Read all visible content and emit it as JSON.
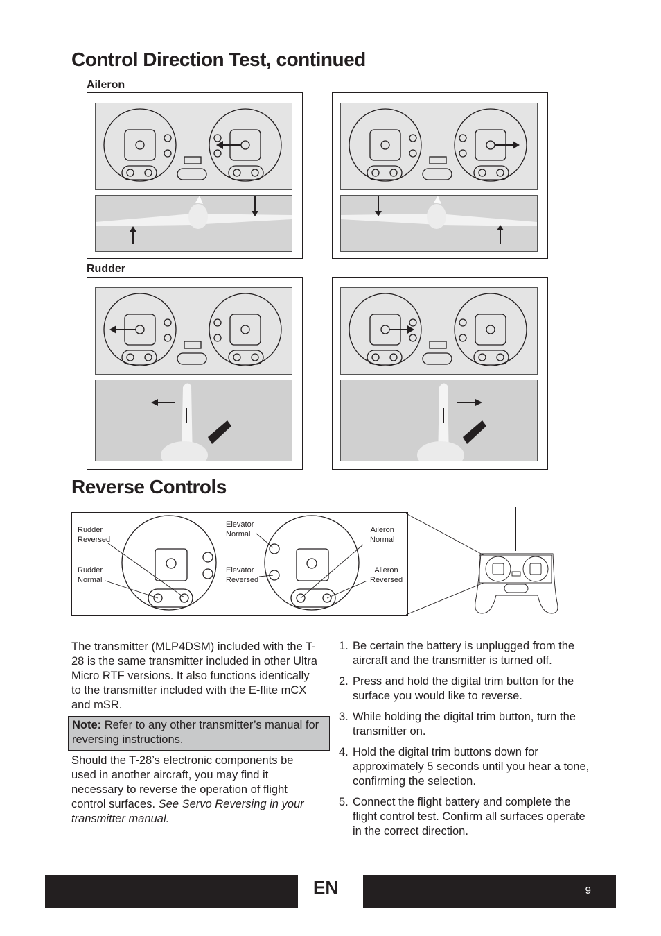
{
  "heading": "Control Direction Test, continued",
  "aileron_label": "Aileron",
  "rudder_label": "Rudder",
  "reverse_heading": "Reverse Controls",
  "diagram_labels": {
    "rudder_reversed": "Rudder\nReversed",
    "rudder_normal": "Rudder\nNormal",
    "elevator_normal": "Elevator\nNormal",
    "elevator_reversed": "Elevator\nReversed",
    "aileron_normal": "Aileron\nNormal",
    "aileron_reversed": "Aileron\nReversed"
  },
  "intro_paragraph": "The transmitter (MLP4DSM) included with the T-28 is the same transmitter included in other Ultra Micro RTF versions.  It also functions identically to the transmitter included with the E-flite mCX and mSR.",
  "note": {
    "label": "Note:",
    "text": " Refer to any other transmitter’s manual for reversing instructions."
  },
  "second_paragraph": {
    "text": "Should the T-28’s electronic components be used in another aircraft, you may find it necessary to reverse the operation of flight control surfaces. ",
    "italic": "See Servo Reversing in your transmitter manual."
  },
  "steps": [
    {
      "num": "1.",
      "text": "Be certain the battery is unplugged from the aircraft and the transmitter is turned off."
    },
    {
      "num": "2.",
      "text": "Press and hold the digital trim button for the surface you would like to reverse."
    },
    {
      "num": "3.",
      "text": "While holding the digital trim button, turn the transmitter on."
    },
    {
      "num": "4.",
      "text": "Hold the digital trim buttons down for approximately 5 seconds until you hear a tone, confirming the selection."
    },
    {
      "num": "5.",
      "text": "Connect the flight battery and complete the flight control test. Confirm all surfaces operate in the correct direction."
    }
  ],
  "footer": {
    "lang": "EN",
    "page": "9"
  }
}
